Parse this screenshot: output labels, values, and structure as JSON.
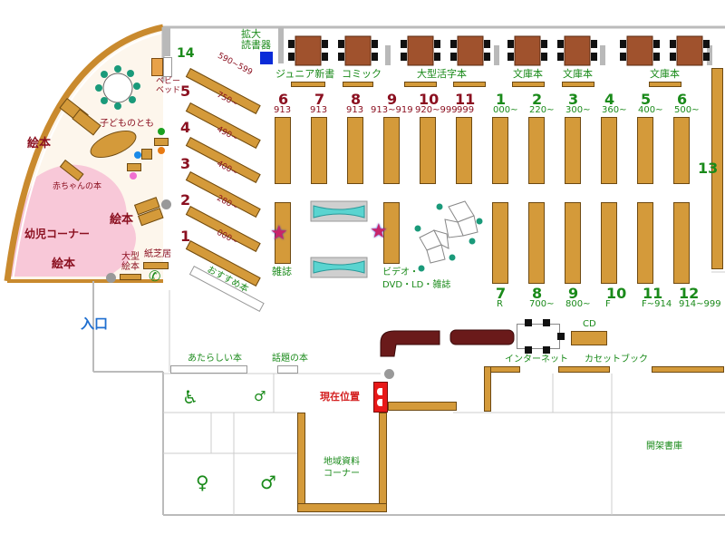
{
  "labels": {
    "zoom_reader": "拡大\n読書器",
    "junior_shinsho": "ジュニア新書",
    "comic": "コミック",
    "large_print": "大型活字本",
    "bunko1": "文庫本",
    "bunko2": "文庫本",
    "bunko3": "文庫本",
    "baby_bed": "ベビー\nベッド",
    "kodomo_no_tomo": "子どものとも",
    "ehon1": "絵本",
    "akachan": "赤ちゃんの本",
    "ehon2": "絵本",
    "youji_corner": "幼児コーナー",
    "ehon3": "絵本",
    "large_ehon": "大型\n絵本",
    "kamishibai": "紙芝居",
    "osusume": "おすすめ本",
    "zasshi": "雑誌",
    "video": "ビデオ・\nDVD・LD・雑誌",
    "entrance": "入口",
    "cd": "CD",
    "internet": "インターネット",
    "cassette": "カセットブック",
    "atarashii": "あたらしい本",
    "wadai": "話題の本",
    "current": "現在位置",
    "chiiki": "地域資料\nコーナー",
    "kaika": "開架書庫"
  },
  "diag_shelves": [
    {
      "num": "14",
      "range": "590~599"
    },
    {
      "num": "5",
      "range": "750~"
    },
    {
      "num": "4",
      "range": "490~"
    },
    {
      "num": "3",
      "range": "400~"
    },
    {
      "num": "2",
      "range": "280~"
    },
    {
      "num": "1",
      "range": "000~"
    }
  ],
  "top_row": [
    {
      "num": "6",
      "range": "913"
    },
    {
      "num": "7",
      "range": "913"
    },
    {
      "num": "8",
      "range": "913"
    },
    {
      "num": "9",
      "range": "913~919"
    },
    {
      "num": "10",
      "range": "920~999"
    },
    {
      "num": "11",
      "range": "999"
    },
    {
      "num": "1",
      "range": "000~"
    },
    {
      "num": "2",
      "range": "220~"
    },
    {
      "num": "3",
      "range": "300~"
    },
    {
      "num": "4",
      "range": "360~"
    },
    {
      "num": "5",
      "range": "400~"
    },
    {
      "num": "6",
      "range": "500~"
    }
  ],
  "bottom_row": [
    {
      "num": "7",
      "range": "R"
    },
    {
      "num": "8",
      "range": "700~"
    },
    {
      "num": "9",
      "range": "800~"
    },
    {
      "num": "10",
      "range": "F"
    },
    {
      "num": "11",
      "range": "F~914"
    },
    {
      "num": "12",
      "range": "914~999"
    }
  ],
  "shelf_13": "13",
  "colors": {
    "shelf": "#d49a3a",
    "brown_table": "#a0522d",
    "pink_area": "#f8c8d8",
    "arc": "#c98a2e",
    "red_number": "#8b1020",
    "green_text": "#1a8a1a",
    "blue_entrance": "#1f6fd0",
    "star": "#c8246a"
  }
}
